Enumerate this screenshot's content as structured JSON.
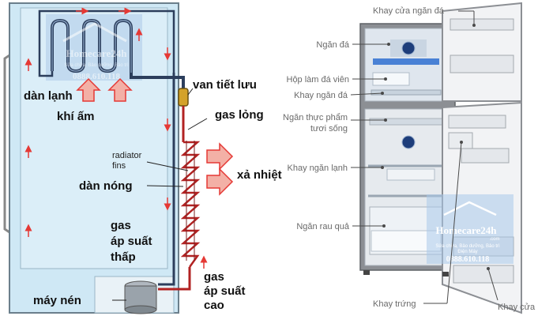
{
  "cycle_diagram": {
    "labels": {
      "evaporator": "dàn lạnh",
      "warm_air": "khí ấm",
      "expansion_valve": "van tiết lưu",
      "liquid_gas": "gas lỏng",
      "radiator_fins_line1": "radiator",
      "radiator_fins_line2": "fins",
      "heat_release": "xả nhiệt",
      "condenser": "dàn nóng",
      "low_pressure_line1": "gas",
      "low_pressure_line2": "áp suất",
      "low_pressure_line3": "thấp",
      "high_pressure_line1": "gas",
      "high_pressure_line2": "áp suất",
      "high_pressure_line3": "cao",
      "compressor": "máy nén"
    },
    "watermark": {
      "brand": "Homecare24h",
      "tagline": "Sửa chữa, Bảo dưỡng, Bảo trì",
      "phone": "0888.610.118"
    },
    "colors": {
      "cabinet": "#cfe8f5",
      "pipe_dark": "#2c3e5c",
      "pipe_hot": "#b22222",
      "arrow_red": "#e53935",
      "arrow_fill": "#f3b0a6"
    }
  },
  "fridge_photo": {
    "labels": {
      "freezer_door_tray": "Khay cửa ngăn đá",
      "freezer": "Ngăn đá",
      "ice_maker": "Hộp làm đá viên",
      "freezer_tray": "Khay ngăn đá",
      "fresh_food_compartment_line1": "Ngăn thực phẩm",
      "fresh_food_compartment_line2": "tươi sống",
      "chiller_tray": "Khay ngăn lạnh",
      "vegetable_drawer": "Ngăn rau quả",
      "egg_tray": "Khay trứng",
      "door_tray": "Khay cửa"
    },
    "watermark": {
      "brand": "Homecare24h",
      "domain": ".com",
      "tagline_line1": "Sửa chữa, Bảo dưỡng, Bảo trì",
      "tagline_line2": "Điện Máy",
      "phone": "0888.610.118"
    },
    "colors": {
      "label_text": "#6a6a6a",
      "leader_line": "#4a4a4a",
      "cabinet_steel": "#8c8f94",
      "interior": "#e6eaee",
      "door_inner": "#f2f3f5"
    }
  }
}
